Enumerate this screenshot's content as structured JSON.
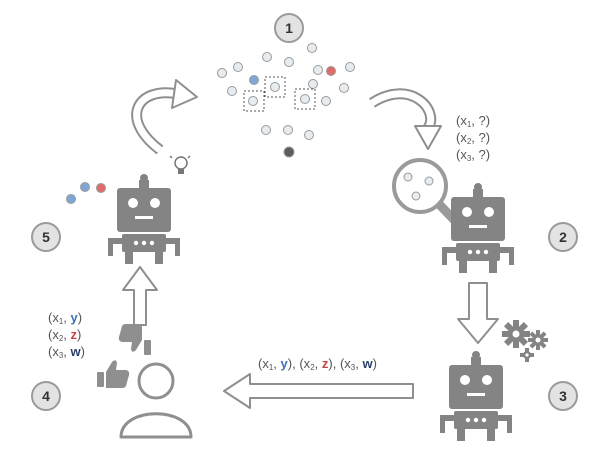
{
  "steps": [
    "1",
    "2",
    "3",
    "4",
    "5"
  ],
  "query_labels": {
    "l1": {
      "open": "(x",
      "sub": "1",
      "rest": ", ?)"
    },
    "l2": {
      "open": "(x",
      "sub": "2",
      "rest": ", ?)"
    },
    "l3": {
      "open": "(x",
      "sub": "3",
      "rest": ", ?)"
    }
  },
  "answers": {
    "pair1": {
      "open": "(x",
      "sub": "1",
      "sep": ", ",
      "val": "y",
      "close": ")"
    },
    "pair2": {
      "open": "(x",
      "sub": "2",
      "sep": ", ",
      "val": "z",
      "close": ")"
    },
    "pair3": {
      "open": "(x",
      "sub": "3",
      "sep": ", ",
      "val": "w",
      "close": ")"
    },
    "joiner": ", "
  },
  "colors": {
    "robot": "#848484",
    "unlabeled": "#e6ecef",
    "label_blue": "#7ea7d8",
    "label_red": "#e06b6b",
    "dark_point": "#5d5d5d",
    "outline": "#9a9a9a"
  },
  "icons": [
    "robot-icon",
    "magnifier-icon",
    "gears-icon",
    "user-icon",
    "thumbs-up-icon",
    "thumbs-down-icon",
    "lightbulb-icon"
  ]
}
